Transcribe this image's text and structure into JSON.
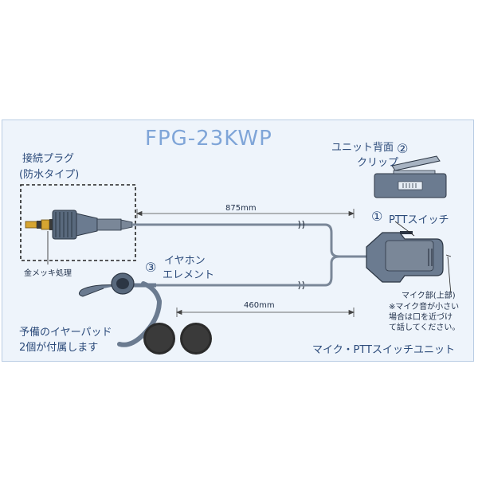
{
  "title": "FPG-23KWP",
  "labels": {
    "plug_line1": "接続プラグ",
    "plug_line2": "(防水タイプ)",
    "gold_plating": "金メッキ処理",
    "cable_length_1": "875mm",
    "cable_length_2": "460mm",
    "clip_line1": "ユニット背面",
    "clip_line2": "クリップ",
    "clip_number": "②",
    "ptt_number": "①",
    "ptt_switch": "PTTスイッチ",
    "earphone_number": "③",
    "earphone_line1": "イヤホン",
    "earphone_line2": "エレメント",
    "mic_top": "マイク部(上部)",
    "mic_note_1": "※マイク音が小さい",
    "mic_note_2": "場合は口を近づけ",
    "mic_note_3": "て話してください。",
    "spare_pads_1": "予備のイヤーパッド",
    "spare_pads_2": "2個が付属します",
    "unit_name": "マイク・PTTスイッチユニット"
  },
  "colors": {
    "panel_bg": "#eef4fb",
    "title": "#7fa5d8",
    "label_text": "#2b4a7a",
    "cable": "#7a8798",
    "device_body": "#6b7b90",
    "gold": "#d6a531"
  }
}
